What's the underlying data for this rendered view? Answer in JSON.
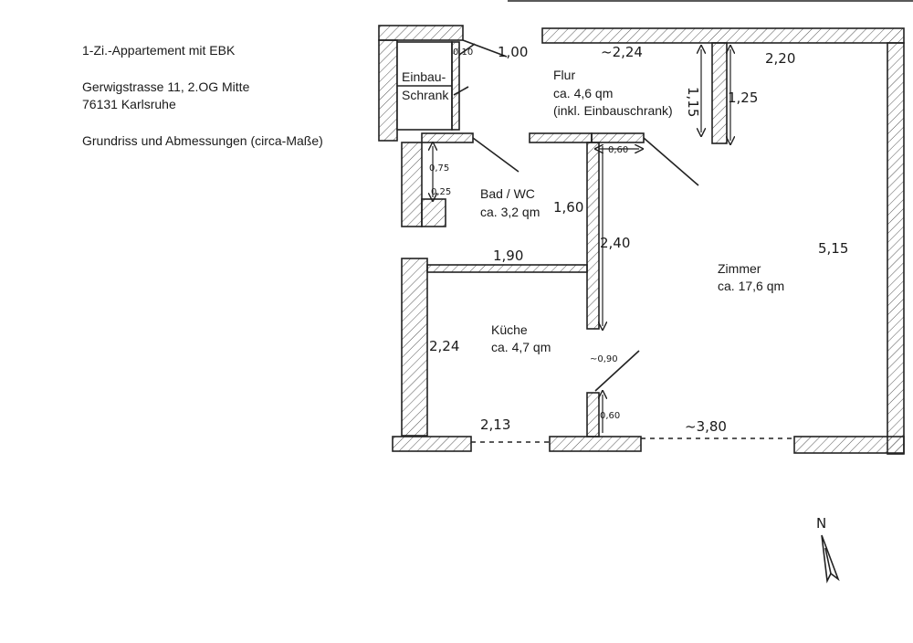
{
  "info": {
    "title": "1-Zi.-Appartement mit EBK",
    "address_line1": "Gerwigstrasse 11, 2.OG Mitte",
    "address_line2": "76131 Karlsruhe",
    "caption": "Grundriss und Abmessungen (circa-Maße)"
  },
  "rooms": {
    "einbauschrank": {
      "line1": "Einbau-",
      "line2": "Schrank"
    },
    "flur": {
      "name": "Flur",
      "area": "ca. 4,6 qm",
      "note": "(inkl. Einbauschrank)"
    },
    "bad": {
      "name": "Bad / WC",
      "area": "ca. 3,2 qm"
    },
    "kueche": {
      "name": "Küche",
      "area": "ca. 4,7 qm"
    },
    "zimmer": {
      "name": "Zimmer",
      "area": "ca. 17,6 qm"
    }
  },
  "dimensions": {
    "flur_door": "1,00",
    "flur_top": "~2,24",
    "zimmer_top": "2,20",
    "flur_height": "1,15",
    "zimmer_niche": "1,25",
    "bad_door": "0,60",
    "bad_left_upper": "0,75",
    "bad_left_lower": "0,25",
    "bad_height": "1,60",
    "bad_width": "1,90",
    "partition_height": "2,40",
    "zimmer_depth": "5,15",
    "kueche_height": "2,24",
    "kueche_door": "~0,90",
    "kueche_bottom": "2,13",
    "partition_stub": "0,60",
    "zimmer_bottom": "~3,80",
    "small_top": "0,10"
  },
  "compass": {
    "label": "N"
  }
}
